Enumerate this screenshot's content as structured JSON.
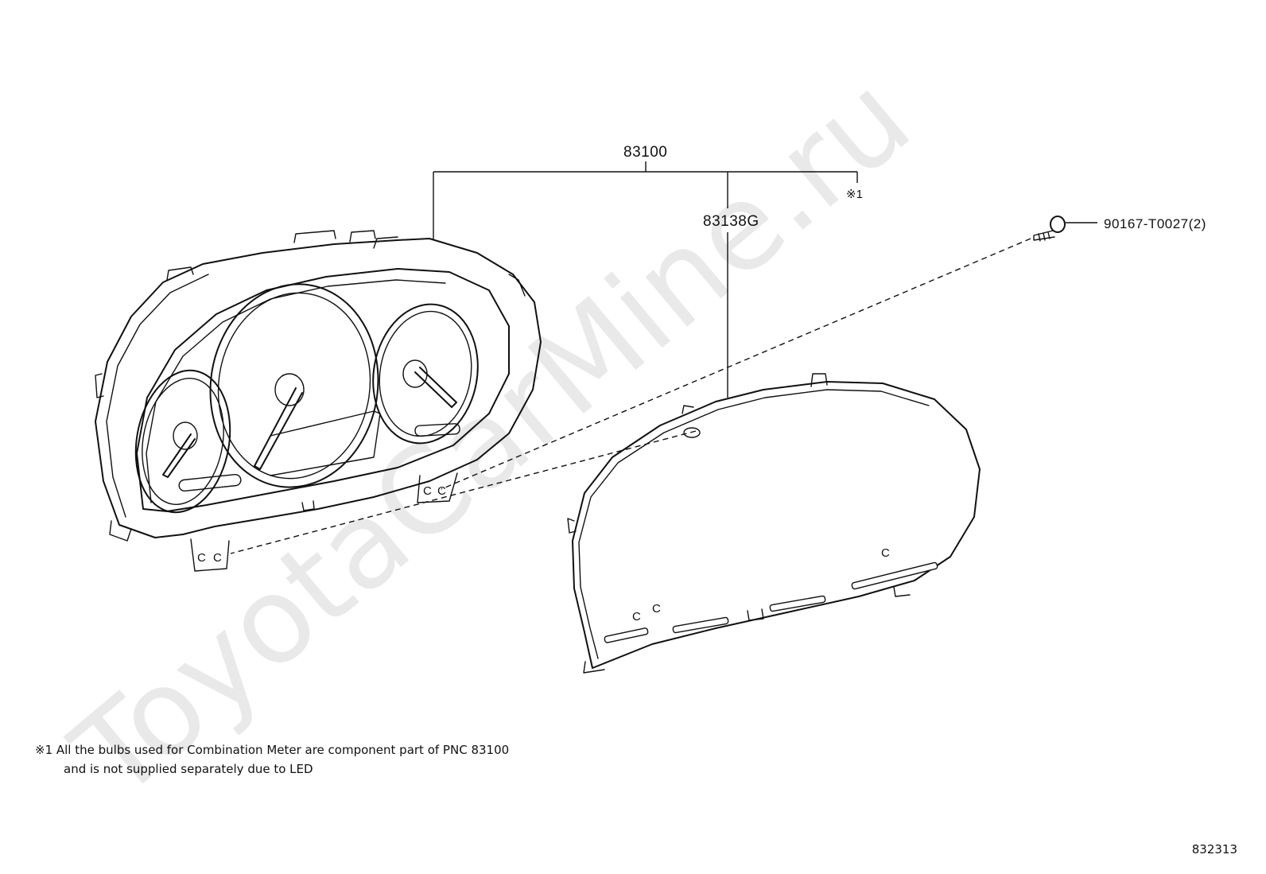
{
  "watermark": "ToyotaCarMine.ru",
  "callouts": {
    "assembly": "83100",
    "lens": "83138G",
    "note_ref": "※1",
    "screw": "90167-T0027(2)"
  },
  "footnote": {
    "line1": "※1 All the bulbs used for Combination Meter are component part of PNC 83100",
    "line2": "and is not supplied separately due to LED"
  },
  "figure_number": "832313",
  "icons": {
    "meter_assembly": "combination-meter-icon",
    "lens_glass": "meter-lens-icon",
    "screw": "screw-icon"
  }
}
